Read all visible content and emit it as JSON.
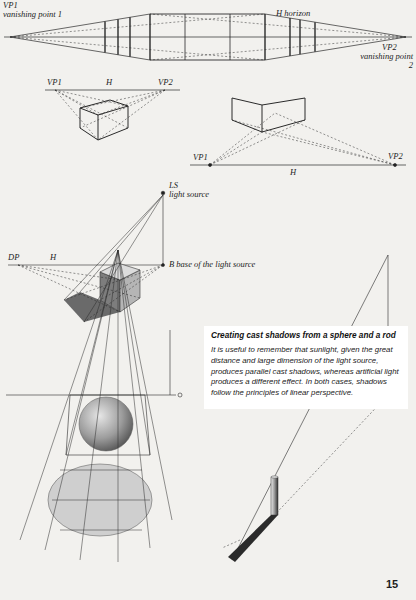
{
  "diagram": {
    "nodes": [
      {
        "text": [
          "Creating cast shadows from a sphere and a rod",
          "It is useful to remember that sunlight, given the great distance and large dimension of the light source, produces parallel cast shadows, whereas artificial light produces a different effect. In both cases, shadows follow the principles of linear perspective."
        ]
      }
    ],
    "labels": [
      "VP1",
      "vanishing point 1",
      "H horizon",
      "VP2",
      "vanishing point 2",
      "VP1",
      "H",
      "VP2",
      "VP1",
      "H",
      "VP2",
      "LS",
      "light source",
      "DP",
      "H",
      "B base of the light source",
      "15"
    ]
  }
}
